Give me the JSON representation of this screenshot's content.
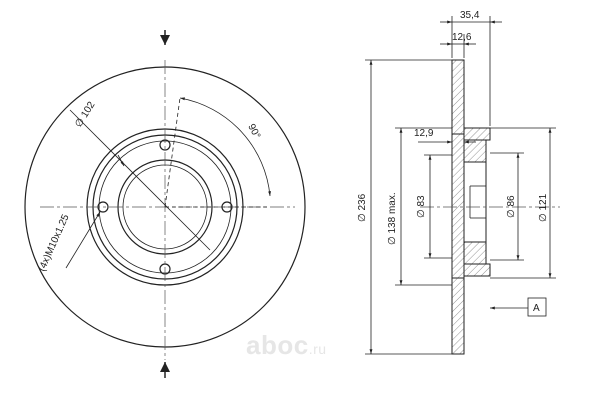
{
  "front_view": {
    "bolt_circle_label": "∅ 102",
    "angle_label": "90°",
    "thread_label": "(4x)M10x1.25"
  },
  "side_view": {
    "total_thickness": "35,4",
    "disc_thickness": "12,6",
    "hat_depth": "12,9",
    "outer_diameter": "∅ 236",
    "max_diameter": "∅ 138 max.",
    "d83": "∅ 83",
    "d86": "∅ 86",
    "d121": "∅ 121",
    "datum_label": "A"
  },
  "watermark": {
    "brand": "aboc",
    "suffix": ".ru"
  },
  "colors": {
    "line": "#222222",
    "hatch": "#777777",
    "axis": "#555555",
    "watermark": "#e6e6e6"
  }
}
